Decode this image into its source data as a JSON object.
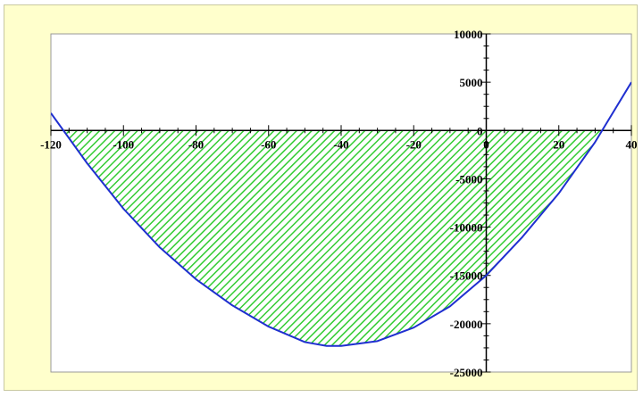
{
  "chart_data": {
    "type": "area",
    "title": "",
    "xlabel": "",
    "ylabel": "",
    "xlim": [
      -120,
      40
    ],
    "ylim": [
      -25000,
      10000
    ],
    "x_ticks": [
      -120,
      -100,
      -80,
      -60,
      -40,
      -20,
      0,
      20,
      40
    ],
    "y_ticks": [
      10000,
      5000,
      0,
      -5000,
      -10000,
      -15000,
      -20000,
      -25000
    ],
    "x_tick_labels": [
      "-120",
      "-100",
      "-80",
      "-60",
      "-40",
      "-20",
      "0",
      "20",
      "40"
    ],
    "y_tick_labels": [
      "10000",
      "5000",
      "0",
      "-5000",
      "-10000",
      "-15000",
      "-20000",
      "-25000"
    ],
    "grid": false,
    "series": [
      {
        "color": "#1f2fd0",
        "x": [
          -120,
          -110,
          -100,
          -90,
          -80,
          -70,
          -60,
          -50,
          -44,
          -40,
          -30,
          -20,
          -10,
          0,
          10,
          20,
          30,
          40
        ],
        "y": [
          1800,
          -3400,
          -8100,
          -12100,
          -15400,
          -18100,
          -20300,
          -21900,
          -22300,
          -22300,
          -21800,
          -20400,
          -18200,
          -15000,
          -11000,
          -6500,
          -1200,
          5000
        ]
      }
    ],
    "shaded_region": {
      "between": "curve and y=0 where curve < 0",
      "fill_color": "#33cc33",
      "pattern": "diagonal-hatch"
    },
    "colors": {
      "background": "#ffffcc",
      "plot_area": "#ffffff",
      "axis": "#000000"
    }
  }
}
